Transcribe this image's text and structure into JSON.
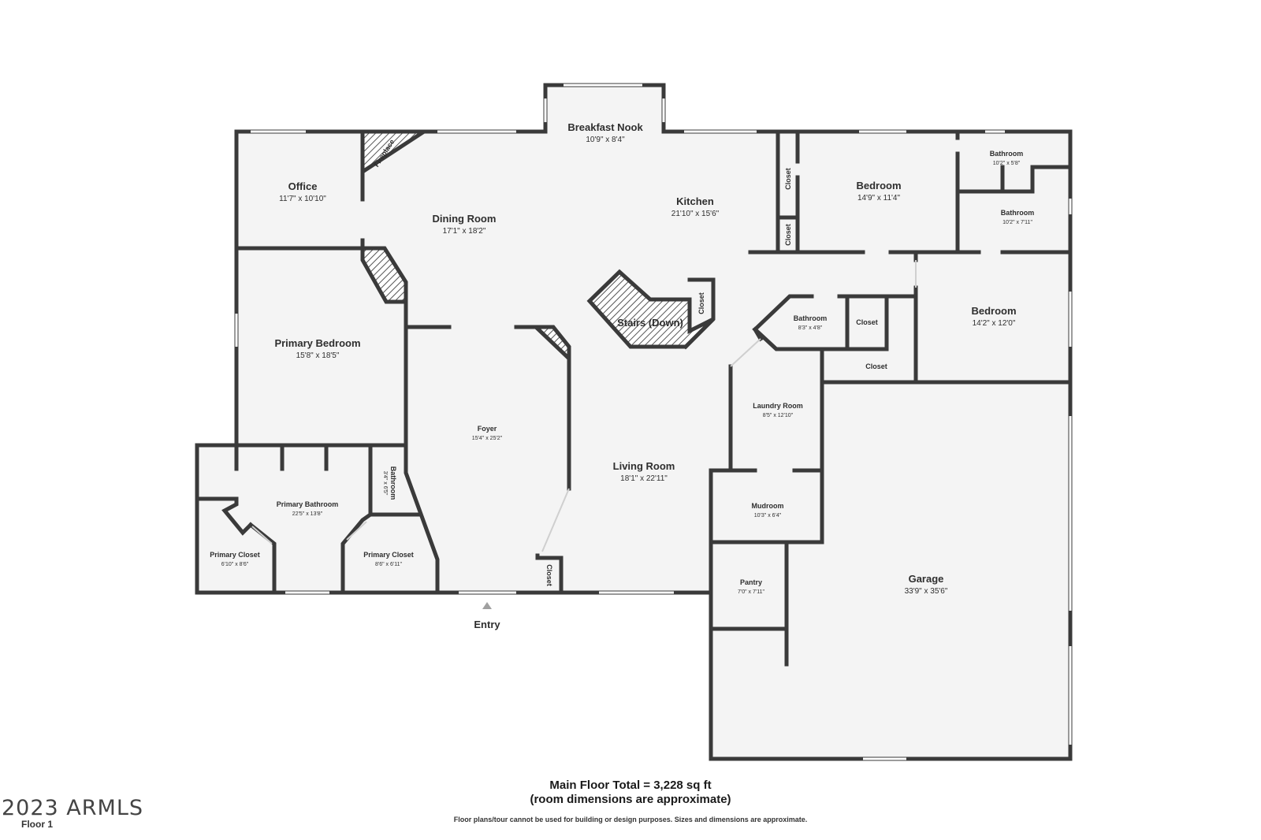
{
  "rooms": [
    {
      "name": "Breakfast Nook",
      "dims": "10'9\" x 8'4\""
    },
    {
      "name": "Office",
      "dims": "11'7\" x 10'10\""
    },
    {
      "name": "Dining Room",
      "dims": "17'1\" x 18'2\""
    },
    {
      "name": "Kitchen",
      "dims": "21'10\" x 15'6\""
    },
    {
      "name": "Bedroom",
      "dims": "14'9\" x 11'4\""
    },
    {
      "name": "Bathroom",
      "dims": "10'2\" x 5'8\""
    },
    {
      "name": "Bathroom",
      "dims": "10'2\" x 7'11\""
    },
    {
      "name": "Primary Bedroom",
      "dims": "15'8\" x 18'5\""
    },
    {
      "name": "Stairs (Down)",
      "dims": ""
    },
    {
      "name": "Bathroom",
      "dims": "8'3\" x 4'8\""
    },
    {
      "name": "Closet",
      "dims": ""
    },
    {
      "name": "Bedroom",
      "dims": "14'2\" x 12'0\""
    },
    {
      "name": "Closet",
      "dims": ""
    },
    {
      "name": "Foyer",
      "dims": "15'4\" x 25'2\""
    },
    {
      "name": "Laundry Room",
      "dims": "8'5\" x 12'10\""
    },
    {
      "name": "Living Room",
      "dims": "18'1\" x 22'11\""
    },
    {
      "name": "Primary Bathroom",
      "dims": "22'5\" x 13'8\""
    },
    {
      "name": "Mudroom",
      "dims": "10'3\" x 6'4\""
    },
    {
      "name": "Primary Closet",
      "dims": "6'10\" x 8'6\""
    },
    {
      "name": "Primary Closet",
      "dims": "8'6\" x 6'11\""
    },
    {
      "name": "Garage",
      "dims": "33'9\" x 35'6\""
    },
    {
      "name": "Pantry",
      "dims": "7'0\" x 7'11\""
    }
  ],
  "vertical_labels": {
    "fireplace": "Fireplace",
    "closet_kitchen_upper": "Closet",
    "closet_kitchen_lower": "Closet",
    "closet_stairs": "Closet",
    "closet_foyer": "Closet",
    "small_bathroom_name": "Bathroom",
    "small_bathroom_dims": "3'4\" x 6'5\""
  },
  "entry_label": "Entry",
  "footer": {
    "total_line1": "Main Floor Total = 3,228 sq ft",
    "total_line2": "(room dimensions are approximate)",
    "note": "Floor plans/tour cannot be used for building or design purposes. Sizes and dimensions are approximate.",
    "copyright": "2023 ARMLS",
    "floor": "Floor 1"
  },
  "colors": {
    "wall": "#3a3a3a",
    "floor": "#f4f4f4",
    "background": "#ffffff"
  }
}
